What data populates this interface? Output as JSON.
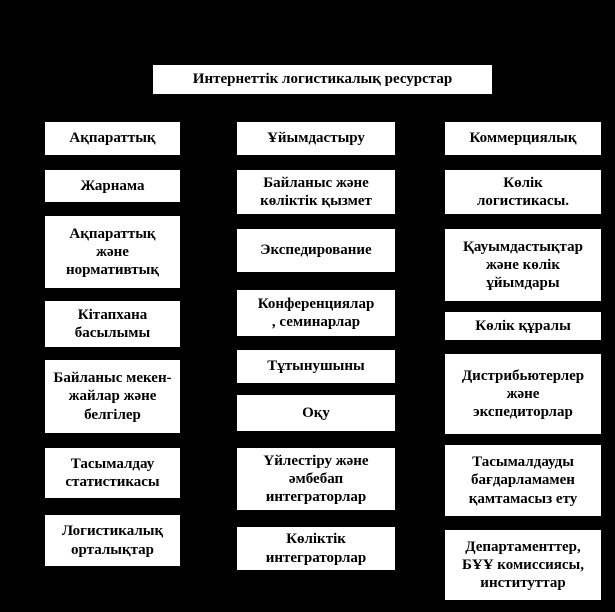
{
  "diagram": {
    "title": "Интернеттік логистикалық ресурстар",
    "col1": [
      "Ақпараттық",
      "Жарнама",
      "Ақпараттық\nжәне\nнормативтық",
      "Кітапхана\nбасылымы",
      "Байланыс мекен-\nжайлар және\nбелгілер",
      "Тасымалдау\nстатистикасы",
      "Логистикалық\nорталықтар"
    ],
    "col2": [
      "Ұйымдастыру",
      "Байланыс және\nкөліктік қызмет",
      "Экспедирование",
      "Конференциялар\n, семинарлар",
      "Тұтынушыны",
      "Оқу",
      "Үйлестіру және\nәмбебап\nинтеграторлар",
      "Көліктік\nинтеграторлар"
    ],
    "col3": [
      "Коммерциялық",
      "Көлік\nлогистикасы.",
      "Қауымдастықтар\nжәне көлік\nұйымдары",
      "Көлік құралы",
      "Дистрибьютерлер\nжәне\nэкспедиторлар",
      "Тасымалдауды\nбағдарламамен\nқамтамасыз ету",
      "Департаменттер,\nБҰҰ комиссиясы,\nинституттар"
    ],
    "colors": {
      "background": "#000000",
      "box_fill": "#ffffff",
      "box_text": "#000000"
    }
  }
}
